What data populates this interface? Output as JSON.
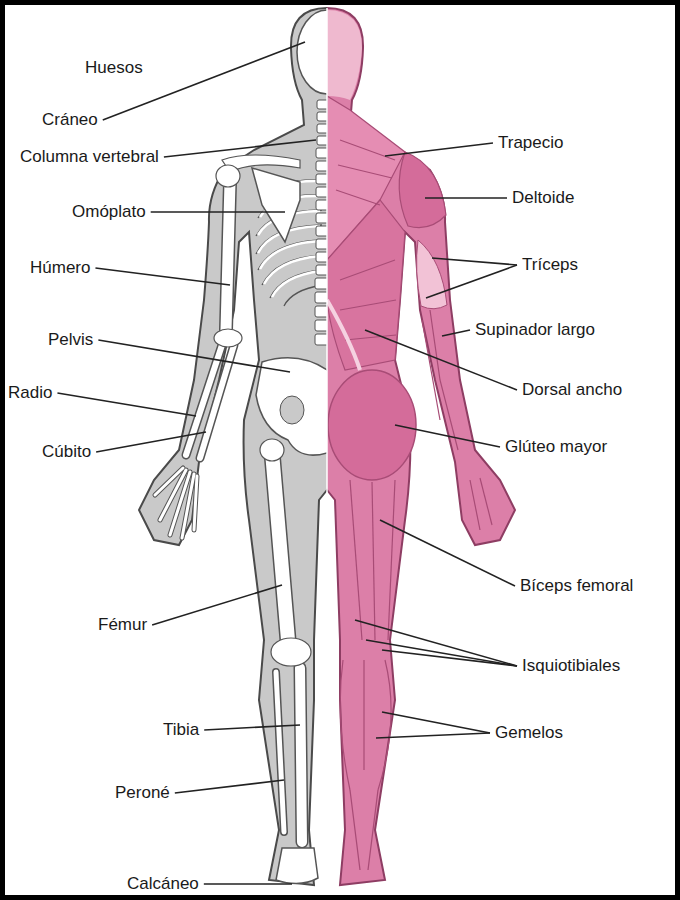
{
  "diagram": {
    "labels": [
      "Huesos",
      "Cráneo",
      "Columna vertebral",
      "Omóplato",
      "Húmero",
      "Pelvis",
      "Radio",
      "Cúbito",
      "Fémur",
      "Tibia",
      "Peroné",
      "Calcáneo",
      "Trapecio",
      "Deltoide",
      "Tríceps",
      "Supinador largo",
      "Dorsal ancho",
      "Glúteo mayor",
      "Bíceps femoral",
      "Isquiotibiales",
      "Gemelos"
    ]
  }
}
